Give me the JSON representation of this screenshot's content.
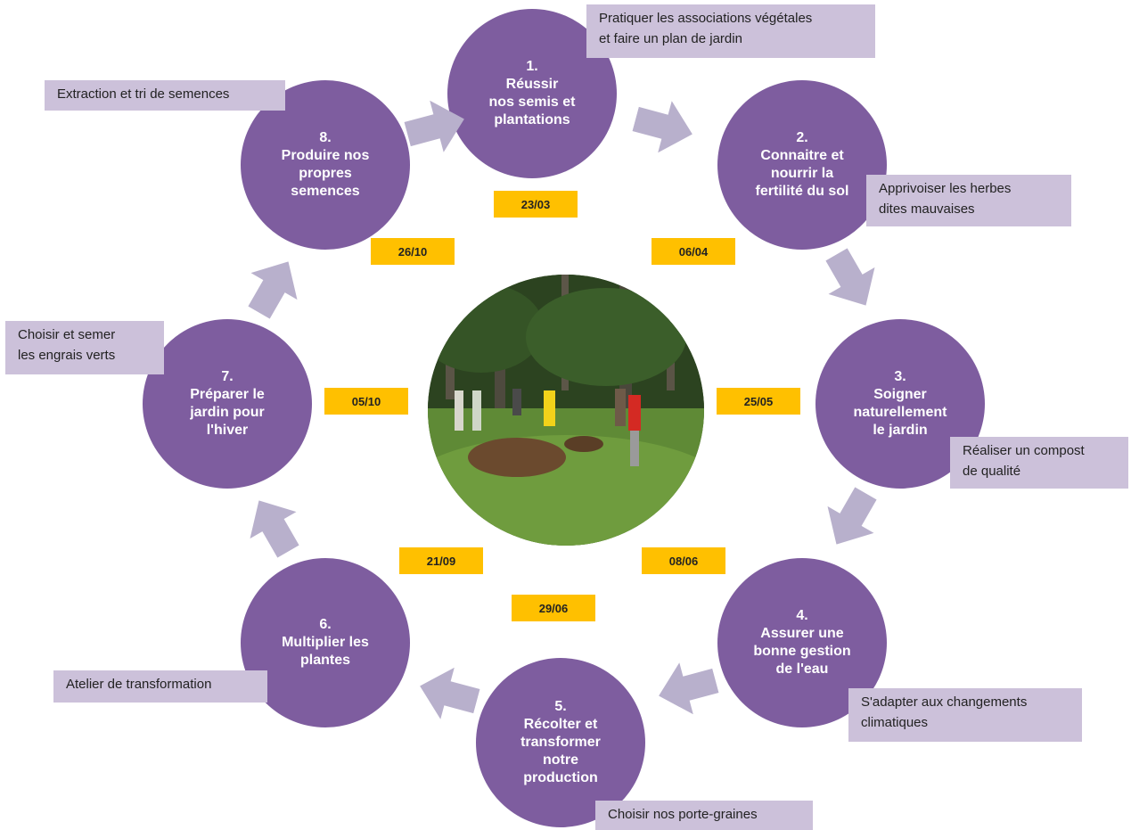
{
  "steps": [
    {
      "num": "1.",
      "label": "Réussir\nnos semis et\nplantations"
    },
    {
      "num": "2.",
      "label": "Connaitre et\nnourrir la\nfertilité du sol"
    },
    {
      "num": "3.",
      "label": "Soigner\nnaturellement\nle jardin"
    },
    {
      "num": "4.",
      "label": "Assurer une\nbonne gestion\nde l'eau"
    },
    {
      "num": "5.",
      "label": "Récolter et\ntransformer\nnotre\nproduction"
    },
    {
      "num": "6.",
      "label": "Multiplier les\nplantes"
    },
    {
      "num": "7.",
      "label": "Préparer le\njardin pour\nl'hiver"
    },
    {
      "num": "8.",
      "label": "Produire nos\npropres\nsemences"
    }
  ],
  "notes": {
    "n1": "Pratiquer les associations végétales\net faire un plan de jardin",
    "n2": "Apprivoiser les herbes\ndites mauvaises",
    "n3": "Réaliser un compost\nde qualité",
    "n4": "S'adapter aux changements\nclimatiques",
    "n5": "Choisir nos porte-graines",
    "n6": "Atelier de transformation",
    "n7": "Choisir et semer\nles engrais verts",
    "n8": "Extraction et tri de semences"
  },
  "dates": {
    "d1": "23/03",
    "d2": "06/04",
    "d3": "25/05",
    "d4": "08/06",
    "d5": "29/06",
    "d6": "21/09",
    "d7": "05/10",
    "d8": "26/10"
  },
  "colors": {
    "circle": "#7e5d9f",
    "note": "#ccc1da",
    "date": "#ffc000",
    "arrow": "#b8b0cc"
  },
  "photo_icon": "garden-group-photo"
}
